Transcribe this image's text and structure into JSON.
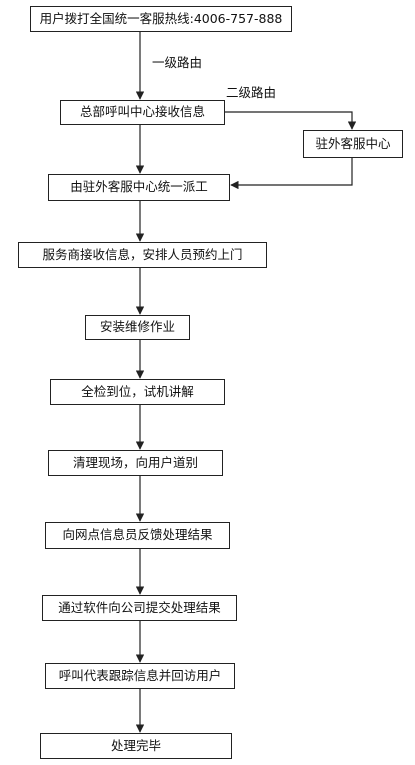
{
  "nodes": {
    "hotline": "用户拨打全国统一客服热线:4006-757-888",
    "hq": "总部呼叫中心接收信息",
    "local": "驻外客服中心",
    "dispatch": "由驻外客服中心统一派工",
    "provider": "服务商接收信息，安排人员预约上门",
    "install": "安装维修作业",
    "check": "全检到位，试机讲解",
    "clean": "清理现场，向用户道别",
    "feedback": "向网点信息员反馈处理结果",
    "submit": "通过软件向公司提交处理结果",
    "callback": "呼叫代表跟踪信息并回访用户",
    "done": "处理完毕"
  },
  "edge_labels": {
    "primary_route": "一级路由",
    "secondary_route": "二级路由"
  },
  "colors": {
    "line": "#222222",
    "box_border": "#222222",
    "background": "#ffffff"
  }
}
